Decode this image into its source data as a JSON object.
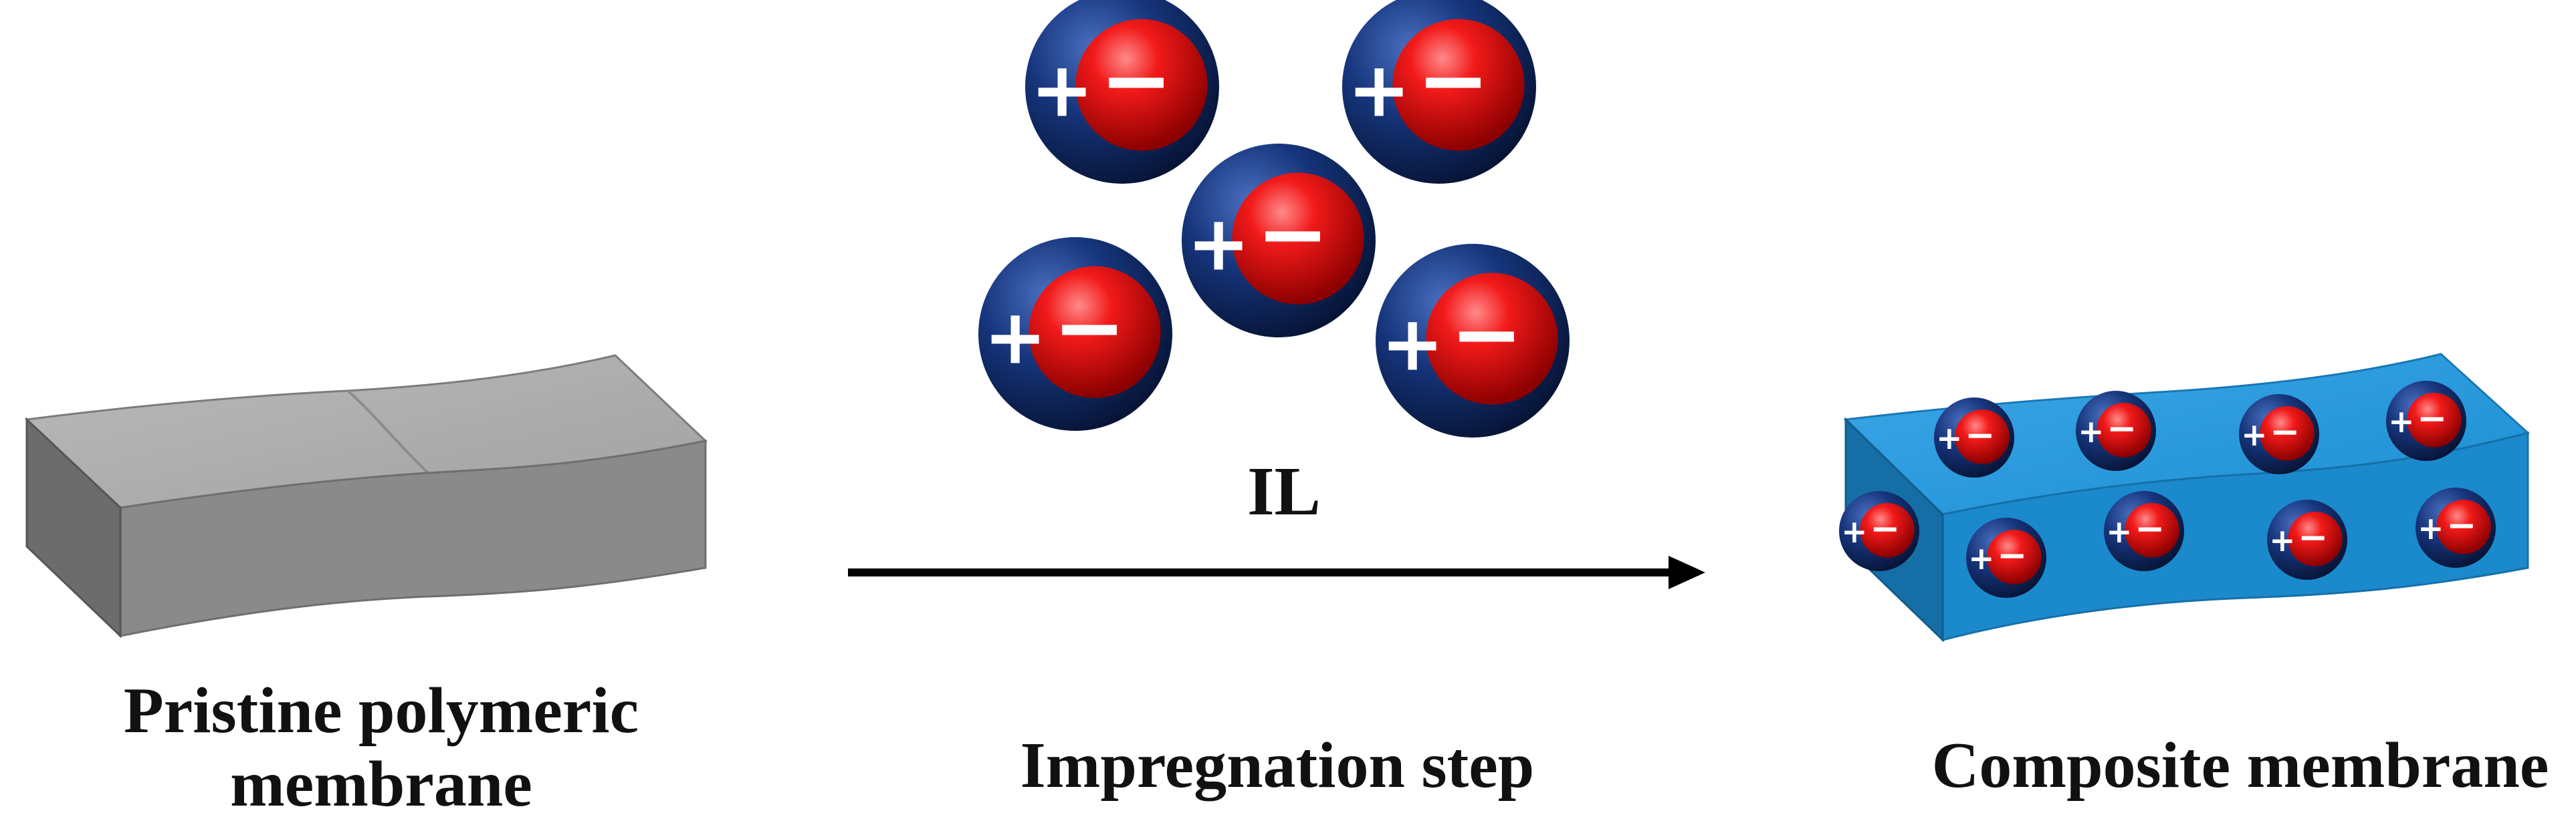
{
  "labels": {
    "pristine_line1": "Pristine polymeric",
    "pristine_line2": "membrane",
    "ionic_liquid": "IL",
    "step": "Impregnation step",
    "composite": "Composite membrane"
  },
  "ion_pair": {
    "cation_symbol": "+",
    "anion_symbol": "−"
  },
  "colors": {
    "pristine_membrane": "#8f8f8f",
    "composite_membrane": "#1e8fd2",
    "cation": "#0e2a66",
    "anion": "#e01010",
    "arrow": "#000000"
  }
}
